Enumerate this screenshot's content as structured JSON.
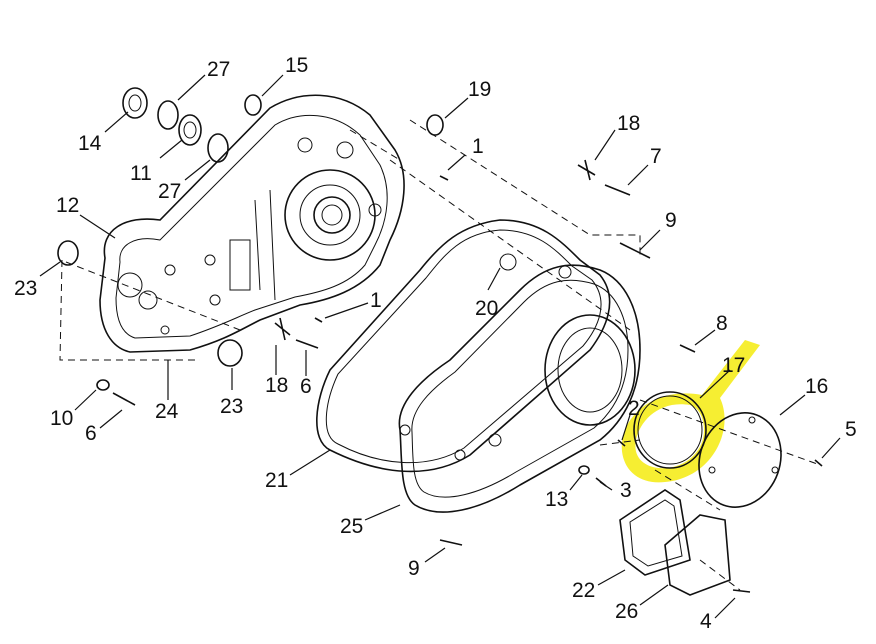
{
  "diagram": {
    "highlight_color": "#f5ec1c",
    "callouts": [
      {
        "id": "c27a",
        "text": "27"
      },
      {
        "id": "c15",
        "text": "15"
      },
      {
        "id": "c19",
        "text": "19"
      },
      {
        "id": "c14",
        "text": "14"
      },
      {
        "id": "c11",
        "text": "11"
      },
      {
        "id": "c27b",
        "text": "27"
      },
      {
        "id": "c1a",
        "text": "1"
      },
      {
        "id": "c18a",
        "text": "18"
      },
      {
        "id": "c7",
        "text": "7"
      },
      {
        "id": "c12",
        "text": "12"
      },
      {
        "id": "c9a",
        "text": "9"
      },
      {
        "id": "c23a",
        "text": "23"
      },
      {
        "id": "c20",
        "text": "20"
      },
      {
        "id": "c1b",
        "text": "1"
      },
      {
        "id": "c8",
        "text": "8"
      },
      {
        "id": "c17",
        "text": "17"
      },
      {
        "id": "c16",
        "text": "16"
      },
      {
        "id": "c18b",
        "text": "18"
      },
      {
        "id": "c6a",
        "text": "6"
      },
      {
        "id": "c23b",
        "text": "23"
      },
      {
        "id": "c10",
        "text": "10"
      },
      {
        "id": "c6b",
        "text": "6"
      },
      {
        "id": "c24",
        "text": "24"
      },
      {
        "id": "c2",
        "text": "2"
      },
      {
        "id": "c5",
        "text": "5"
      },
      {
        "id": "c21",
        "text": "21"
      },
      {
        "id": "c13",
        "text": "13"
      },
      {
        "id": "c3",
        "text": "3"
      },
      {
        "id": "c25",
        "text": "25"
      },
      {
        "id": "c9b",
        "text": "9"
      },
      {
        "id": "c22",
        "text": "22"
      },
      {
        "id": "c26",
        "text": "26"
      },
      {
        "id": "c4",
        "text": "4"
      }
    ]
  }
}
